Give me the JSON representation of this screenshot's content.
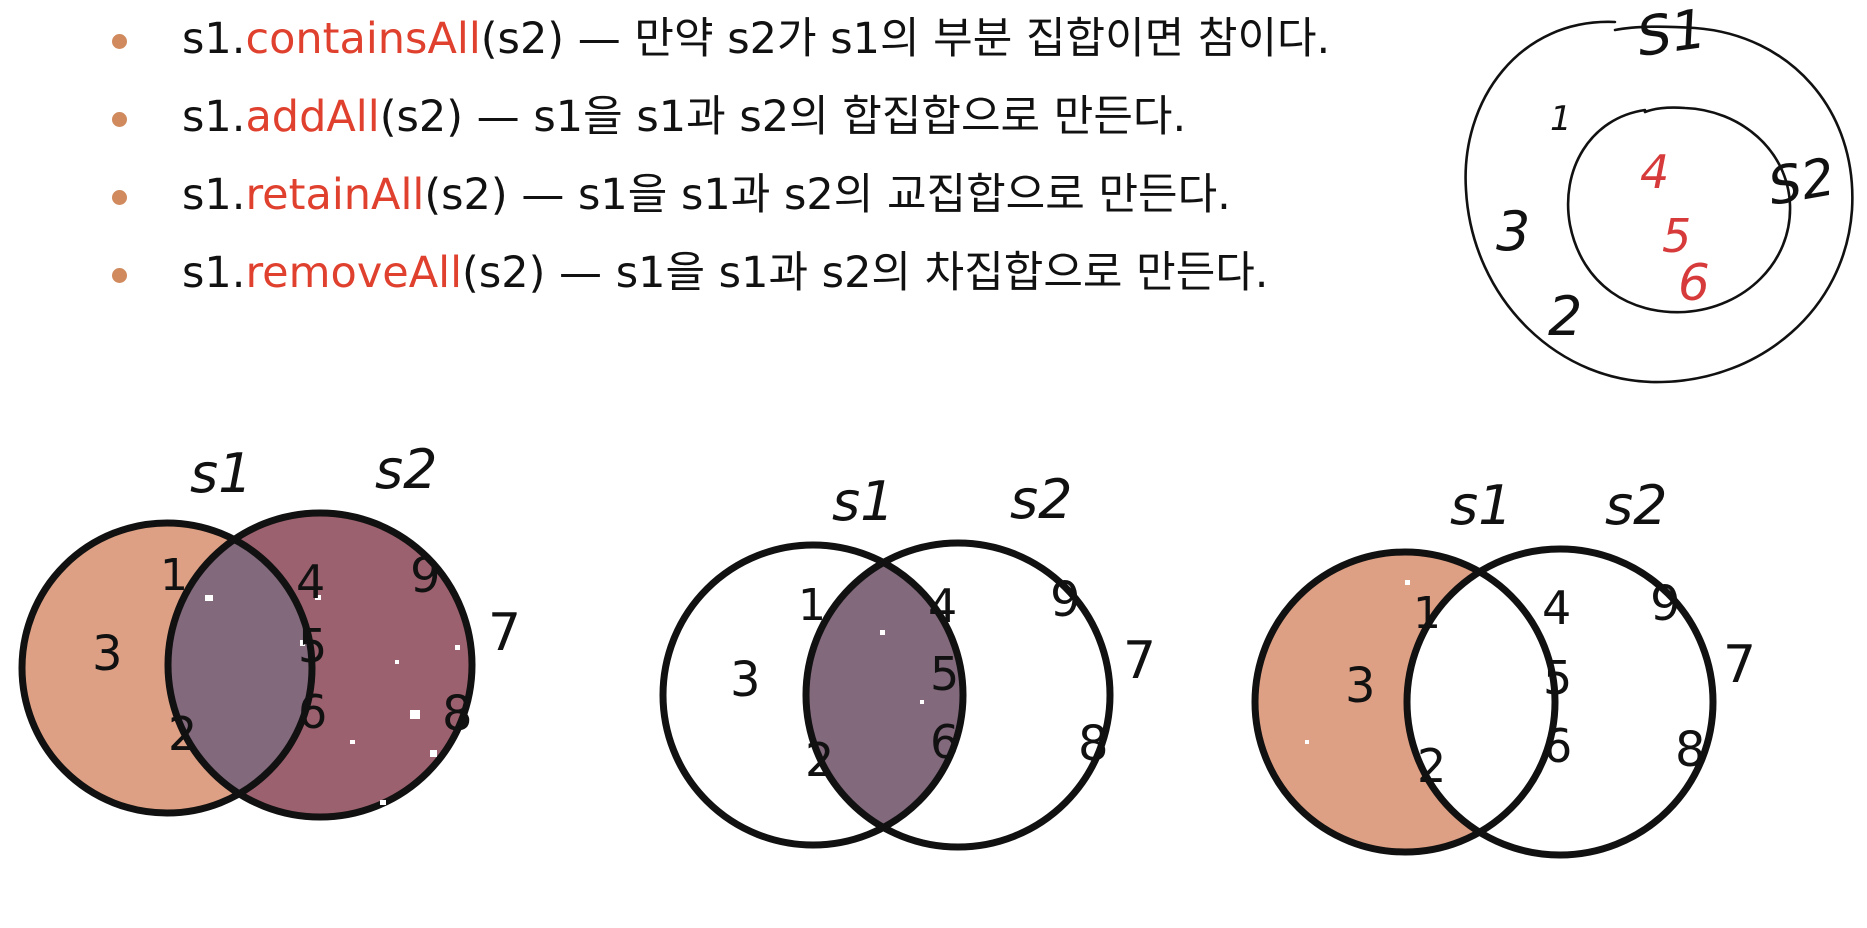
{
  "bullets": [
    {
      "obj": "s1.",
      "method": "containsAll",
      "args": "(s2)",
      "desc": " — 만약 s2가 s1의 부분 집합이면 참이다."
    },
    {
      "obj": "s1.",
      "method": "addAll",
      "args": "(s2)",
      "desc": " — s1을 s1과 s2의 합집합으로 만든다."
    },
    {
      "obj": "s1.",
      "method": "retainAll",
      "args": "(s2)",
      "desc": " — s1을 s1과 s2의 교집합으로 만든다."
    },
    {
      "obj": "s1.",
      "method": "removeAll",
      "args": "(s2)",
      "desc": " — s1을 s1과 s2의 차집합으로 만든다."
    }
  ],
  "subset_sketch": {
    "outer_label": "S1",
    "inner_label": "S2",
    "outer_only": [
      "1",
      "3",
      "2"
    ],
    "inner": [
      "4",
      "5",
      "6"
    ]
  },
  "venn": {
    "s1_label": "s1",
    "s2_label": "s2",
    "s1_only": [
      "1",
      "3",
      "2"
    ],
    "both": [
      "4",
      "5",
      "6"
    ],
    "s2_only": [
      "9",
      "7",
      "8"
    ]
  },
  "colors": {
    "method": "#e0402e",
    "bullet": "#d08a5e",
    "s1_fill": "#dea084",
    "s2_fill": "#9c616e",
    "overlap_fill": "#82697c",
    "sketch_numbers": "#d63a3a"
  }
}
